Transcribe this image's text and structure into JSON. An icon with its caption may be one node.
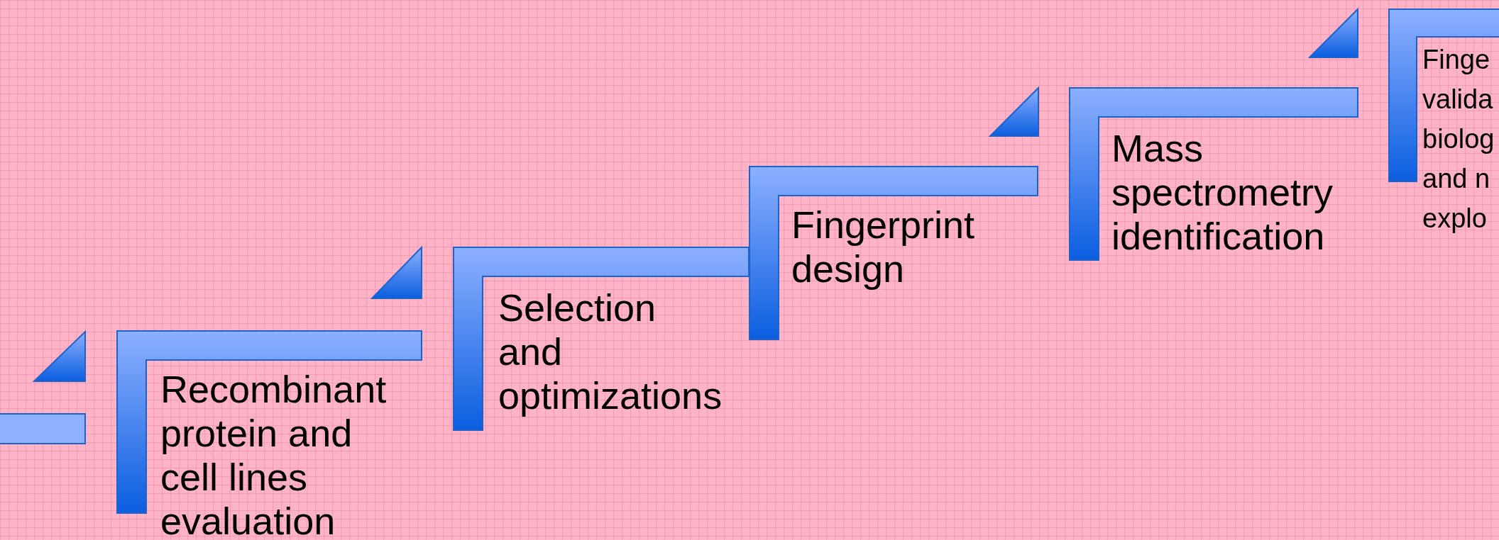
{
  "diagram": {
    "nodes": [
      {
        "text": [],
        "shape": "bar"
      },
      {
        "text": [
          "Recombinant protein and cell lines evaluation"
        ]
      },
      {
        "text": [
          "Selection and optimizations"
        ]
      },
      {
        "text": [
          "Fingerprint design"
        ]
      },
      {
        "text": [
          "Mass spectrometry identification"
        ]
      },
      {
        "text": [
          "Finge valida biolog and n explo"
        ]
      }
    ]
  }
}
